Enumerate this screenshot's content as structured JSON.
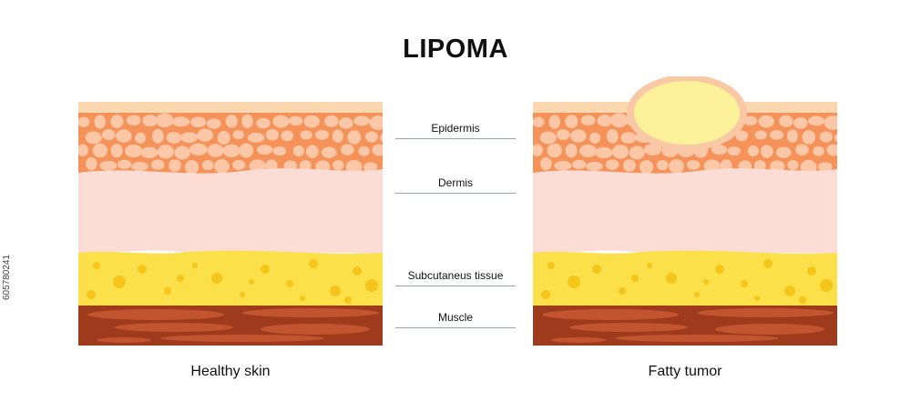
{
  "title": "LIPOMA",
  "labels": [
    "Epidermis",
    "Dermis",
    "Subcutaneus tissue",
    "Muscle"
  ],
  "captions": {
    "healthy": "Healthy skin",
    "tumor": "Fatty tumor"
  },
  "side_id": "605780241",
  "colors": {
    "surface": "#fbd7b0",
    "epidermis_bg": "#f4925a",
    "epidermis_cell": "#fbc7a6",
    "dermis": "#fcddd5",
    "subcutaneous": "#fbe04a",
    "fat_globule": "#f6c51a",
    "muscle": "#9e3b1d",
    "muscle_fiber": "#c2542f",
    "tumor_fill": "#fdf29a",
    "tumor_rim": "#f9c9a5"
  }
}
